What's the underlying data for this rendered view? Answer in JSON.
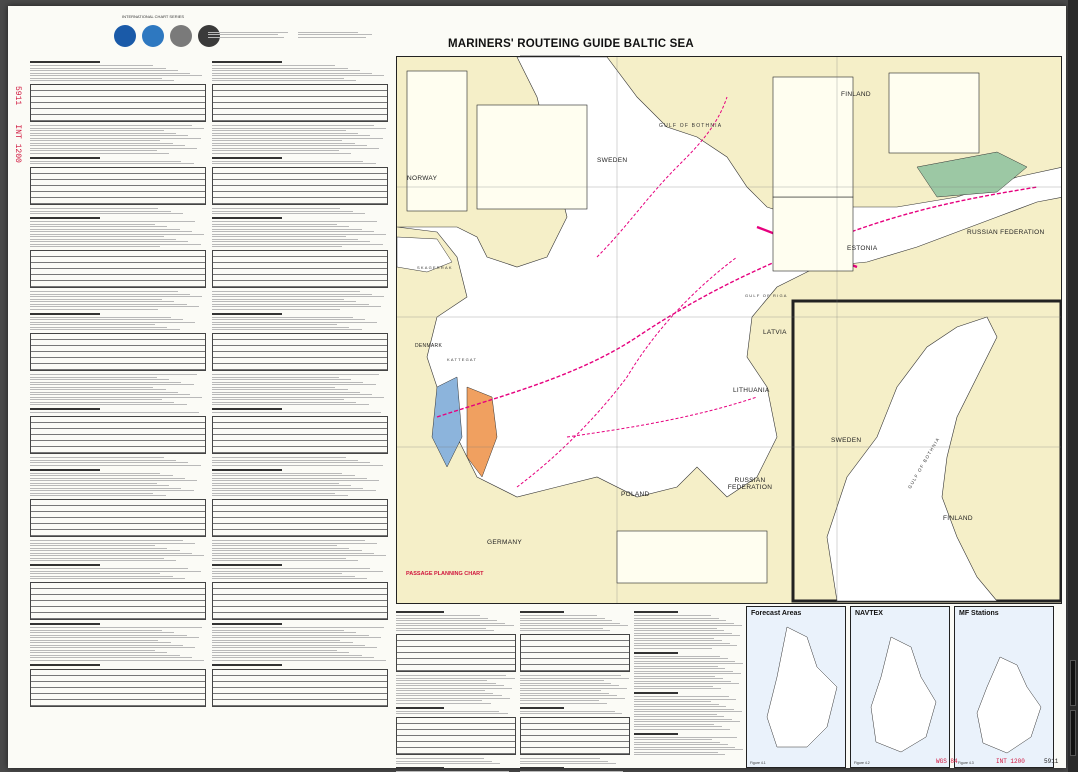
{
  "header": {
    "organisation": "INTERNATIONAL CHART SERIES",
    "title": "MARINERS' ROUTEING GUIDE BALTIC SEA",
    "edge_code": "INT 1200",
    "edge_number": "5911"
  },
  "map": {
    "countries": [
      "FINLAND",
      "SWEDEN",
      "NORWAY",
      "ESTONIA",
      "RUSSIAN FEDERATION",
      "LATVIA",
      "LITHUANIA",
      "POLAND",
      "RUSSIAN FEDERATION",
      "GERMANY",
      "DENMARK"
    ],
    "seas": [
      "GULF OF BOTHNIA",
      "KATTEGAT",
      "SKAGERRAK",
      "GULF OF RIGA"
    ],
    "inset_countries": [
      "SWEDEN",
      "FINLAND"
    ],
    "inset_sea": "GULF OF BOTHNIA",
    "passage_chart": "PASSAGE PLANNING CHART"
  },
  "figures": {
    "forecast": {
      "title": "Forecast Areas",
      "label": "Figure 4.1"
    },
    "navtex": {
      "title": "NAVTEX",
      "label": "Figure 4.2"
    },
    "mf": {
      "title": "MF Stations",
      "label": "Figure 4.3"
    }
  },
  "footer": {
    "datum": "WGS 84",
    "code": "INT 1200",
    "number": "5911"
  },
  "colors": {
    "land": "#f5efc8",
    "sea": "#ffffff",
    "route": "#e6007e",
    "edge_text": "#d0143c",
    "tss_orange": "#f0a060",
    "area_green": "#9cc8a4",
    "area_blue": "#8cb4dc"
  }
}
